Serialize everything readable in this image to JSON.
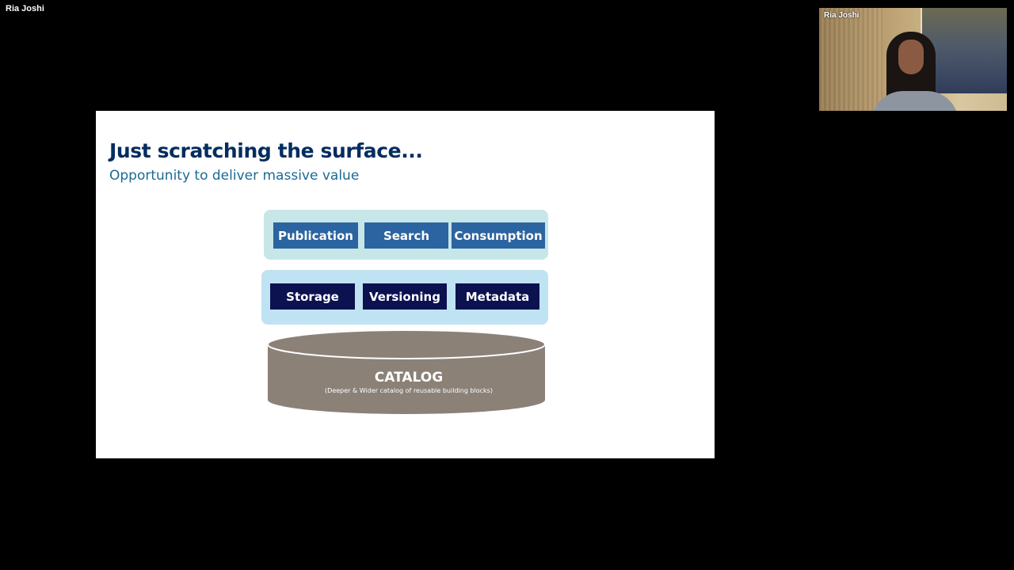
{
  "meeting": {
    "presenter_name": "Ria Joshi"
  },
  "slide": {
    "title": "Just scratching the surface...",
    "subtitle": "Opportunity to deliver massive value",
    "top_layer": [
      {
        "label": "Publication"
      },
      {
        "label": "Search"
      },
      {
        "label": "Consumption"
      }
    ],
    "middle_layer": [
      {
        "label": "Storage"
      },
      {
        "label": "Versioning"
      },
      {
        "label": "Metadata"
      }
    ],
    "catalog": {
      "label": "CATALOG",
      "sublabel": "(Deeper & Wider catalog of reusable building blocks)"
    },
    "colors": {
      "title": "#032d60",
      "subtitle": "#1b6a94",
      "top_layer_bg": "#c7e6e8",
      "top_box": "#2b64a0",
      "middle_layer_bg": "#bfe3f3",
      "middle_box": "#0c1150",
      "catalog": "#8b8177"
    }
  },
  "video_tile": {
    "participant_name": "Ria Joshi"
  }
}
